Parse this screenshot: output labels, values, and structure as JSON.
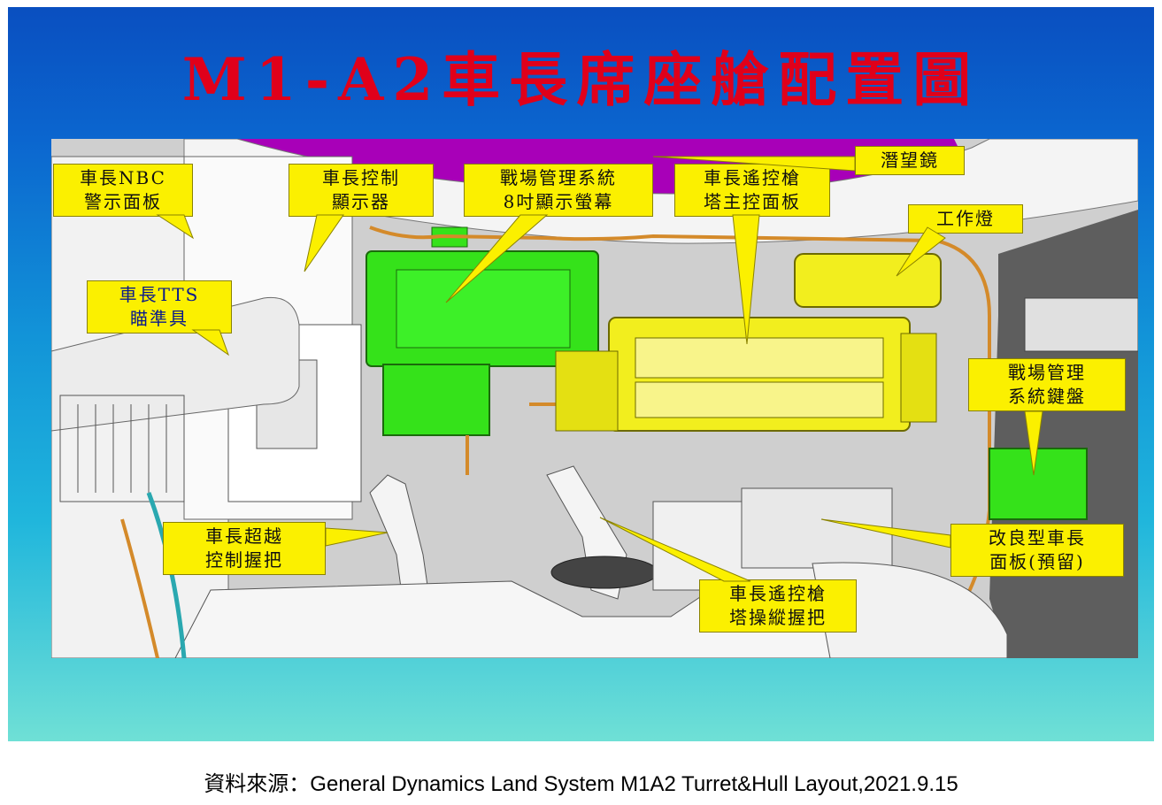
{
  "title": "M1-A2車長席座艙配置圖",
  "labels": {
    "nbc": [
      "車長NBC",
      "警示面板"
    ],
    "control_display": [
      "車長控制",
      "顯示器"
    ],
    "bms_display": [
      "戰場管理系統",
      "8吋顯示螢幕"
    ],
    "crows_panel": [
      "車長遙控槍",
      "塔主控面板"
    ],
    "periscope": [
      "潛望鏡"
    ],
    "work_light": [
      "工作燈"
    ],
    "tts_sight": [
      "車長TTS",
      "瞄準具"
    ],
    "bms_keyboard": [
      "戰場管理",
      "系統鍵盤"
    ],
    "override_handle": [
      "車長超越",
      "控制握把"
    ],
    "improved_panel": [
      "改良型車長",
      "面板(預留)"
    ],
    "crows_grip": [
      "車長遙控槍",
      "塔操縱握把"
    ]
  },
  "source_text": "資料來源：General Dynamics Land System M1A2 Turret&Hull Layout,2021.9.15",
  "colors": {
    "title": "#e0001a",
    "callout_fill": "#fbf000",
    "highlight_green": "#35e21a",
    "highlight_yellow": "#f2ee1e",
    "highlight_magenta": "#a800b8"
  }
}
